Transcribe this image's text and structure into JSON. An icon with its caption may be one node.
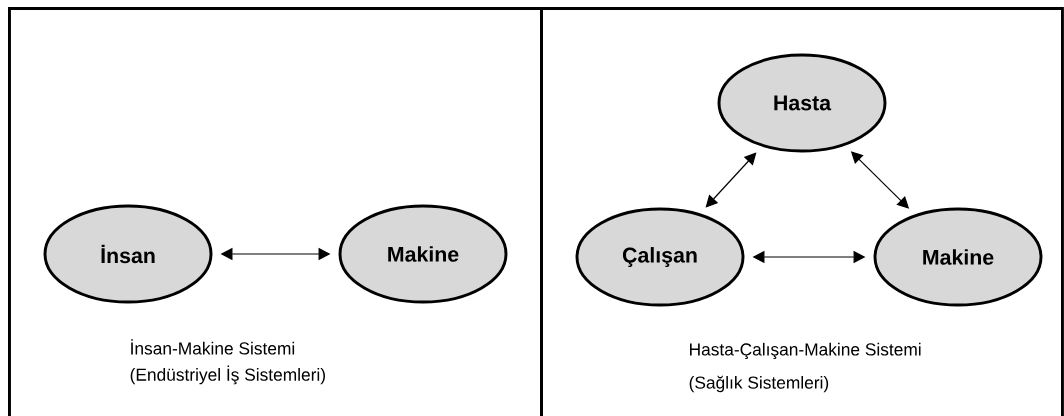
{
  "diagram": {
    "nodes": [
      {
        "text": [
          "İnsan-Makine Sistemi",
          "(Endüstriyel İş Sistemleri)"
        ]
      },
      {
        "text": [
          "İnsan"
        ],
        "in": 0
      },
      {
        "text": [
          "Makine"
        ],
        "in": 0
      },
      {
        "text": [
          "Hasta-Çalışan-Makine Sistemi",
          "(Sağlık Sistemleri)"
        ]
      },
      {
        "text": [
          "Hasta"
        ],
        "in": 3
      },
      {
        "text": [
          "Çalışan"
        ],
        "in": 3
      },
      {
        "text": [
          "Makine"
        ],
        "in": 3
      }
    ],
    "edges": [
      {
        "from": 1,
        "to": 2,
        "arrow": "both"
      },
      {
        "from": 5,
        "to": 4,
        "arrow": "both"
      },
      {
        "from": 4,
        "to": 6,
        "arrow": "both"
      },
      {
        "from": 5,
        "to": 6,
        "arrow": "both"
      }
    ]
  }
}
